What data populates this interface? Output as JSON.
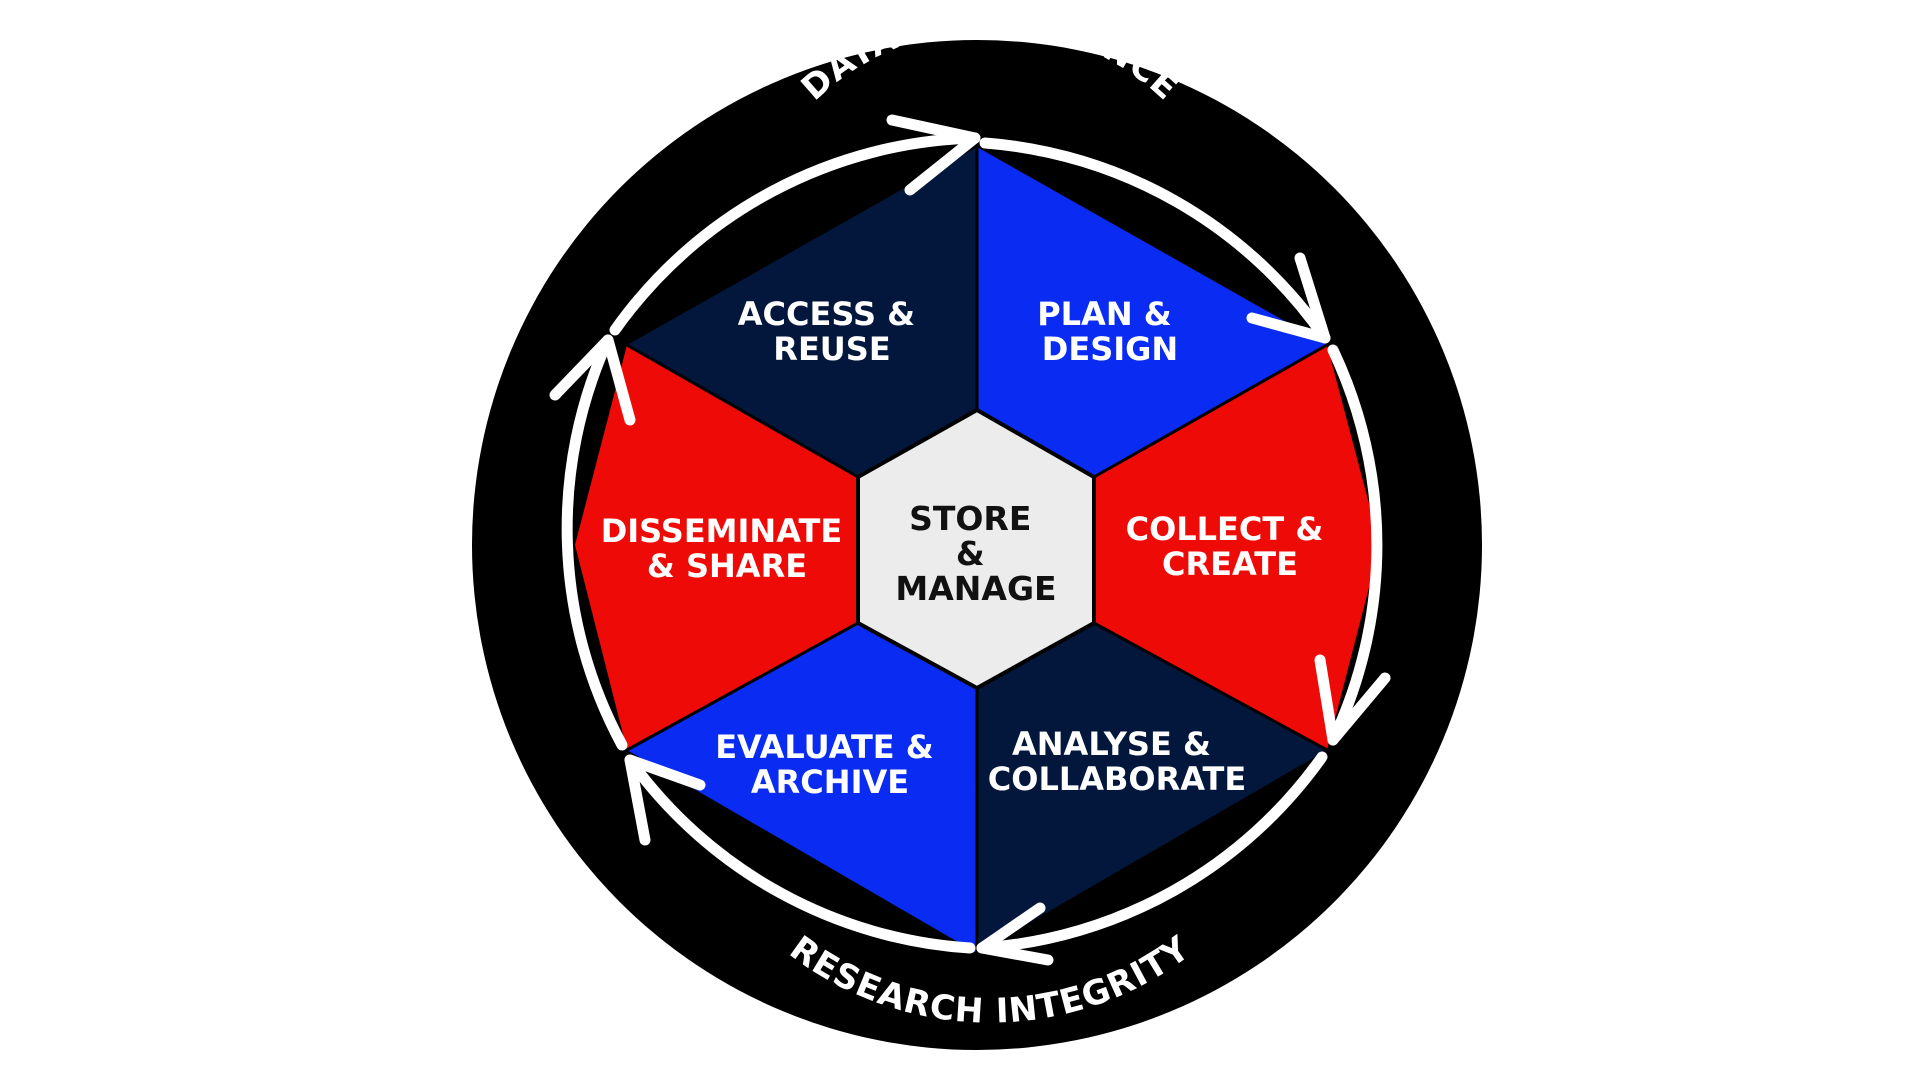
{
  "ring": {
    "top_label": "DATA GOVERNANCE",
    "bottom_label": "RESEARCH INTEGRITY"
  },
  "center": {
    "line1": "STORE",
    "line2": "&",
    "line3": "MANAGE"
  },
  "segments": {
    "plan_design": {
      "line1": "PLAN &",
      "line2": "DESIGN"
    },
    "collect_create": {
      "line1": "COLLECT &",
      "line2": "CREATE"
    },
    "analyse_collaborate": {
      "line1": "ANALYSE &",
      "line2": "COLLABORATE"
    },
    "evaluate_archive": {
      "line1": "EVALUATE &",
      "line2": "ARCHIVE"
    },
    "disseminate_share": {
      "line1": "DISSEMINATE",
      "line2": "& SHARE"
    },
    "access_reuse": {
      "line1": "ACCESS &",
      "line2": "REUSE"
    }
  },
  "colors": {
    "ring": "#000000",
    "navy": "#03163b",
    "blue": "#0a2cf2",
    "red": "#ee0b07",
    "center": "#ececec",
    "arrow": "#ffffff"
  }
}
